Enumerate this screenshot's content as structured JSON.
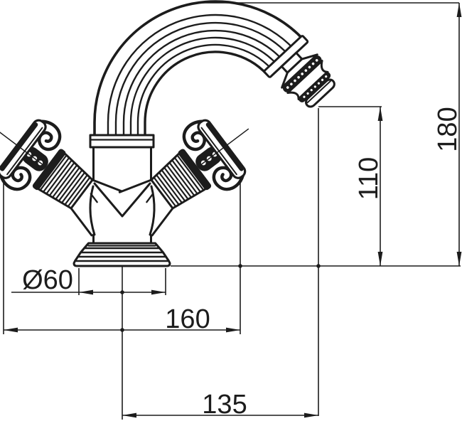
{
  "drawing": {
    "background_color": "#ffffff",
    "line_color": "#1c1c1c",
    "dimensions": {
      "base_diameter": {
        "label": "Ø60",
        "value": 60
      },
      "overall_width": {
        "label": "160",
        "value": 160
      },
      "spout_reach": {
        "label": "135",
        "value": 135
      },
      "spout_height": {
        "label": "110",
        "value": 110
      },
      "overall_height": {
        "label": "180",
        "value": 180
      }
    }
  }
}
